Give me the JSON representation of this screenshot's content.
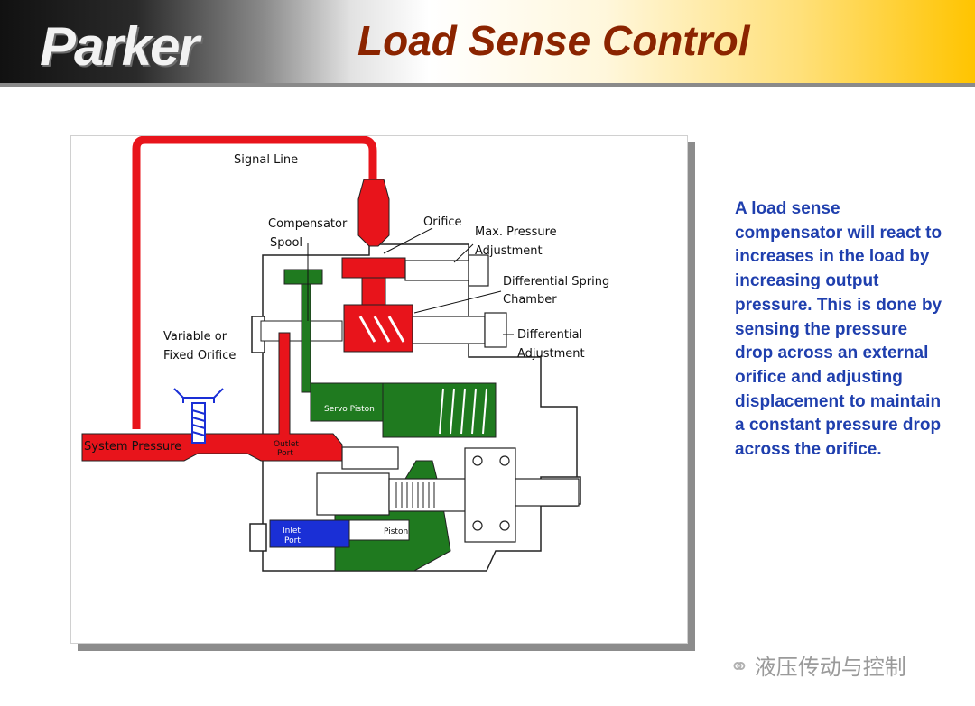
{
  "header": {
    "logo_text": "Parker",
    "title": "Load Sense Control"
  },
  "diagram": {
    "labels": {
      "signal_line": "Signal Line",
      "compensator_spool_1": "Compensator",
      "compensator_spool_2": "Spool",
      "orifice": "Orifice",
      "max_pressure_1": "Max. Pressure",
      "max_pressure_2": "Adjustment",
      "diff_spring_1": "Differential Spring",
      "diff_spring_2": "Chamber",
      "differential_1": "Differential",
      "differential_2": "Adjustment",
      "variable_orifice_1": "Variable or",
      "variable_orifice_2": "Fixed Orifice",
      "system_pressure": "System Pressure",
      "servo_piston": "Servo Piston",
      "outlet_port_1": "Outlet",
      "outlet_port_2": "Port",
      "inlet_port_1": "Inlet",
      "inlet_port_2": "Port",
      "piston": "Piston"
    },
    "colors": {
      "pressure": "#e8141b",
      "servo": "#1f7a1f",
      "inlet": "#1a2fd6"
    }
  },
  "description": "A load sense compensator will react to increases in the load by increasing output pressure.   This is done by sensing the pressure drop across an external orifice and adjusting displacement to maintain a constant pressure drop across the orifice.",
  "watermark": {
    "icon": "wechat-icon",
    "text": "液压传动与控制"
  }
}
